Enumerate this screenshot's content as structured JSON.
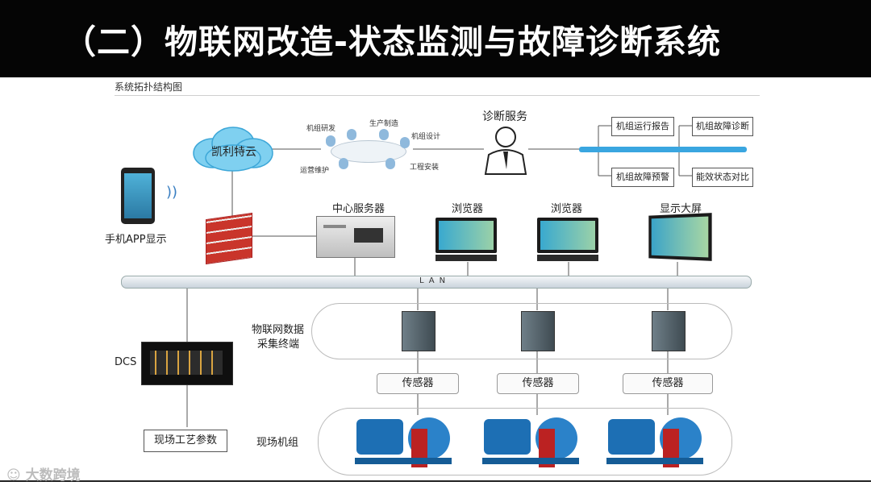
{
  "header": {
    "title": "（二）物联网改造-状态监测与故障诊断系统"
  },
  "diagram": {
    "caption": "系统拓扑结构图",
    "cloud_label": "凯利特云",
    "meeting": {
      "rd": "机组研发",
      "production": "生产制造",
      "design": "机组设计",
      "install": "工程安装",
      "ops": "运营维护"
    },
    "diagnosis_service": "诊断服务",
    "outputs": {
      "report": "机组运行报告",
      "fault_diag": "机组故障诊断",
      "fault_warn": "机组故障预警",
      "efficiency": "能效状态对比"
    },
    "phone_label": "手机APP显示",
    "server_label": "中心服务器",
    "browser1": "浏览器",
    "browser2": "浏览器",
    "big_screen": "显示大屏",
    "lan_label": "LAN",
    "iot_label_1": "物联网数据",
    "iot_label_2": "采集终端",
    "dcs_label": "DCS",
    "sensor_label": "传感器",
    "field_params": "现场工艺参数",
    "field_units": "现场机组",
    "watermark": "大数跨境"
  }
}
